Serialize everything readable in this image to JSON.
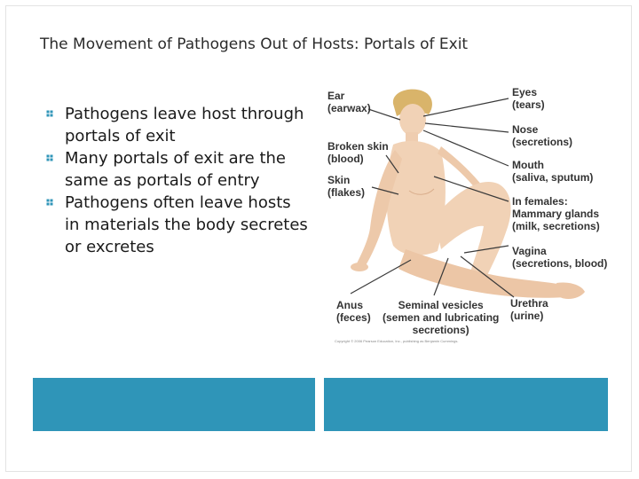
{
  "slide": {
    "title": "The Movement of Pathogens Out of Hosts: Portals of Exit",
    "bullets": [
      "Pathogens leave host through portals of exit",
      "Many portals of exit are the same as portals of entry",
      "Pathogens often leave hosts in materials the body secretes or excretes"
    ]
  },
  "figure": {
    "labels": {
      "ear": {
        "title": "Ear",
        "sub": "(earwax)"
      },
      "broken_skin": {
        "title": "Broken skin",
        "sub": "(blood)"
      },
      "skin": {
        "title": "Skin",
        "sub": "(flakes)"
      },
      "eyes": {
        "title": "Eyes",
        "sub": "(tears)"
      },
      "nose": {
        "title": "Nose",
        "sub": "(secretions)"
      },
      "mouth": {
        "title": "Mouth",
        "sub": "(saliva, sputum)"
      },
      "females": {
        "title": "In females:",
        "line2": "Mammary glands",
        "sub": "(milk, secretions)"
      },
      "vagina": {
        "title": "Vagina",
        "sub": "(secretions, blood)"
      },
      "anus": {
        "title": "Anus",
        "sub": "(feces)"
      },
      "seminal": {
        "title": "Seminal vesicles",
        "line2": "(semen and lubricating",
        "sub": "secretions)"
      },
      "urethra": {
        "title": "Urethra",
        "sub": "(urine)"
      }
    },
    "copyright": "Copyright © 2006 Pearson Education, Inc., publishing as Benjamin Cummings."
  },
  "colors": {
    "panel": "#2f95b8",
    "bullet_icon": "#2f95b8",
    "skin_tone": "#f1d2b6",
    "hair": "#d9b46a"
  }
}
